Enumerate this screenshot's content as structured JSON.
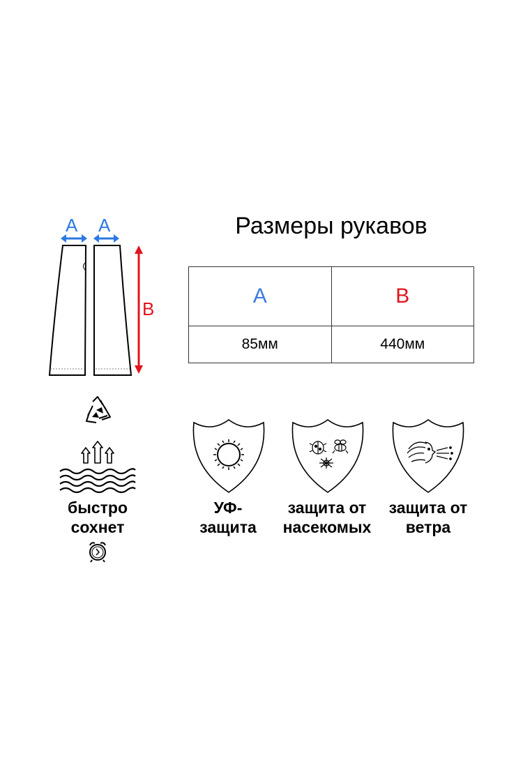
{
  "title": "Размеры рукавов",
  "table": {
    "headers": [
      "A",
      "B"
    ],
    "values": [
      "85мм",
      "440мм"
    ]
  },
  "diagram": {
    "width_label_left": "A",
    "width_label_right": "A",
    "length_label": "B"
  },
  "features": {
    "quick_dry": [
      "быстро",
      "сохнет"
    ],
    "uv": [
      "УФ-",
      "защита"
    ],
    "insects": [
      "защита от",
      "насекомых"
    ],
    "wind": [
      "защита от",
      "ветра"
    ]
  },
  "colors": {
    "a_blue": "#2b78e4",
    "b_red": "#e0141e"
  },
  "icons": [
    "recycle-icon",
    "evaporation-arrows-icon",
    "water-waves-icon",
    "clock-icon",
    "sun-shield-icon",
    "insects-shield-icon",
    "wind-shield-icon"
  ]
}
